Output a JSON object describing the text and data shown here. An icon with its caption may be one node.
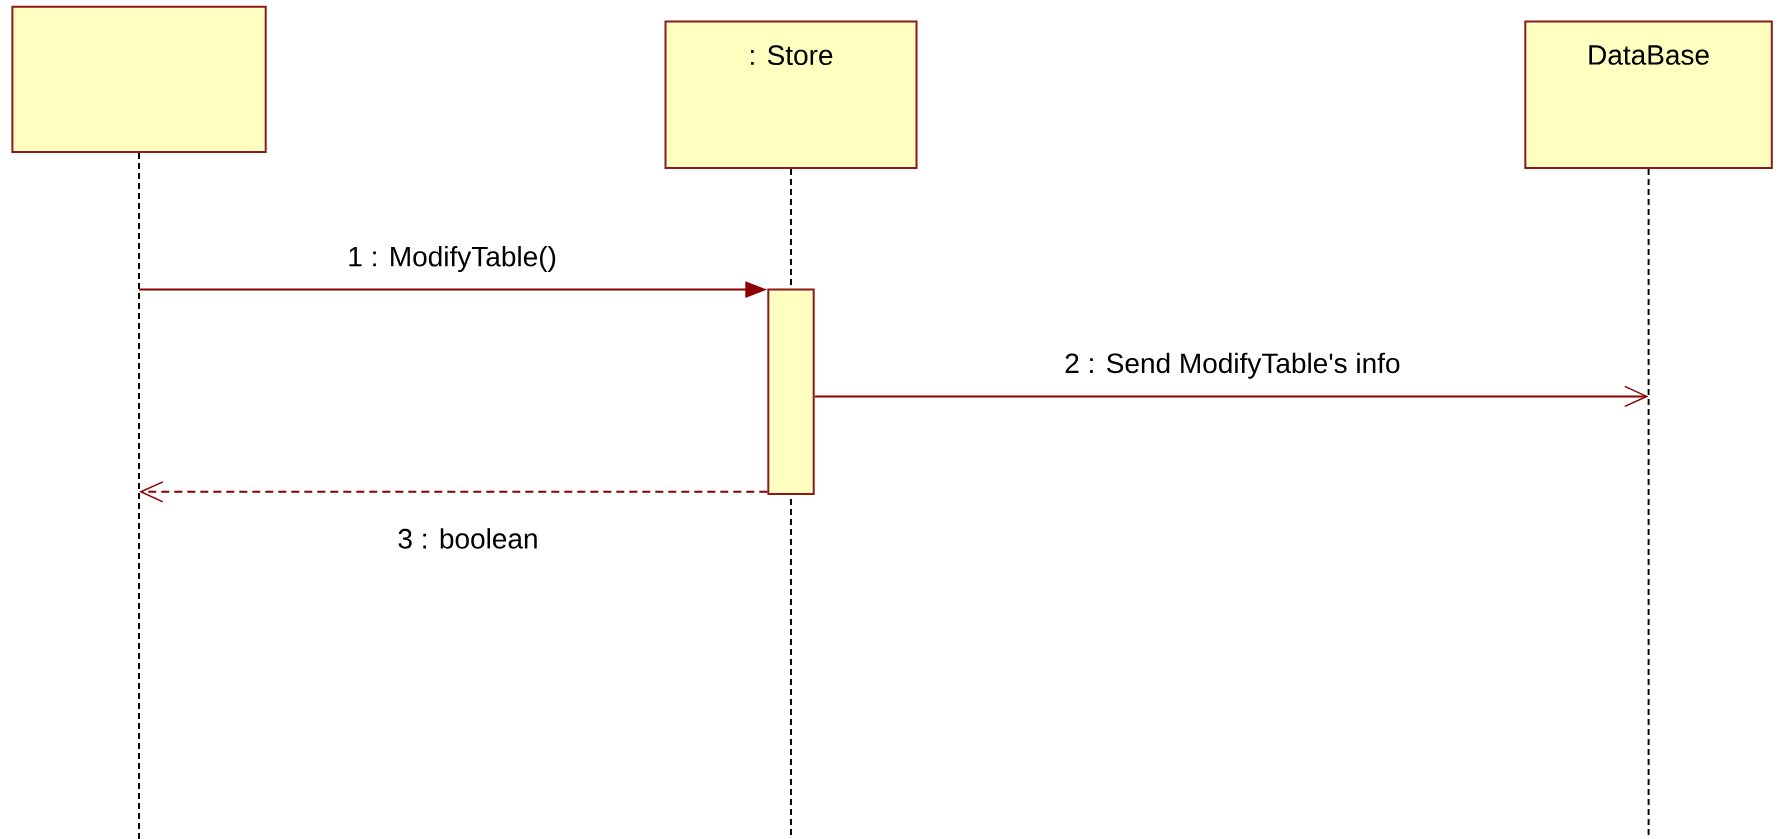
{
  "diagram": {
    "nodes": [
      {
        "text": [],
        "shape": "box"
      },
      {
        "text": [
          ": Store"
        ]
      },
      {
        "text": [
          "DataBase"
        ]
      },
      {
        "text": [],
        "shape": "bar",
        "in": 1
      }
    ],
    "edges": [
      {
        "from": 0,
        "to": 3,
        "arrow": "to",
        "label": "1 : ModifyTable()"
      },
      {
        "from": 3,
        "to": 2,
        "arrow": "to",
        "label": "2 : Send ModifyTable's info"
      },
      {
        "from": 3,
        "to": 0,
        "arrow": "to",
        "label": "3 : boolean",
        "style": "dashed"
      }
    ]
  }
}
